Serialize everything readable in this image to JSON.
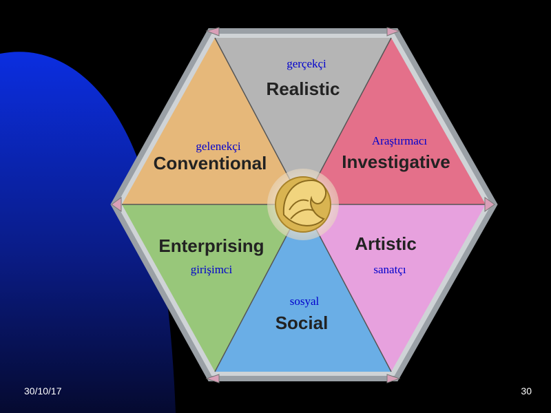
{
  "slide": {
    "date": "30/10/17",
    "page_number": "30"
  },
  "hexagon": {
    "center_logo": "pegasus-logo-icon",
    "segments": [
      {
        "key": "realistic",
        "english": "Realistic",
        "turkish": "gerçekçi",
        "color": "#b5b5b5"
      },
      {
        "key": "investigative",
        "english": "Investigative",
        "turkish": "Araştırmacı",
        "color": "#e4708a"
      },
      {
        "key": "artistic",
        "english": "Artistic",
        "turkish": "sanatçı",
        "color": "#e7a1de"
      },
      {
        "key": "social",
        "english": "Social",
        "turkish": "sosyal",
        "color": "#6aaee6"
      },
      {
        "key": "enterprising",
        "english": "Enterprising",
        "turkish": "girişimci",
        "color": "#98c77a"
      },
      {
        "key": "conventional",
        "english": "Conventional",
        "turkish": "gelenekçi",
        "color": "#e6b87a"
      }
    ]
  },
  "colors": {
    "background": "#000000",
    "wave": "#0a2bd6",
    "turkish_text": "#0000cc",
    "english_text": "#222222",
    "footer_text": "#ffffff"
  }
}
